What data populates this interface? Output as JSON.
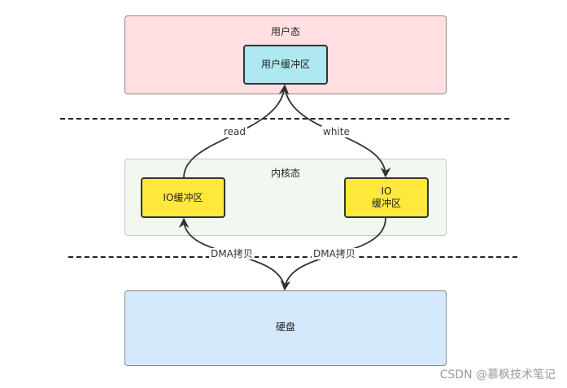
{
  "regions": {
    "user_space": "用户态",
    "kernel_space": "内核态",
    "disk": "硬盘"
  },
  "nodes": {
    "user_buffer": "用户缓冲区",
    "io_buffer_left": "IO缓冲区",
    "io_buffer_right_line1": "IO",
    "io_buffer_right_line2": "缓冲区"
  },
  "edges": {
    "read": "read",
    "write": "white",
    "dma_left": "DMA拷贝",
    "dma_right": "DMA拷贝"
  },
  "watermark": "CSDN @慕枫技术笔记",
  "colors": {
    "user_region_fill": "#ffdfe2",
    "kernel_region_fill": "#f2f8f0",
    "disk_region_fill": "#d4e9fc",
    "user_buffer_fill": "#aee9f2",
    "io_buffer_fill": "#fee83c"
  }
}
